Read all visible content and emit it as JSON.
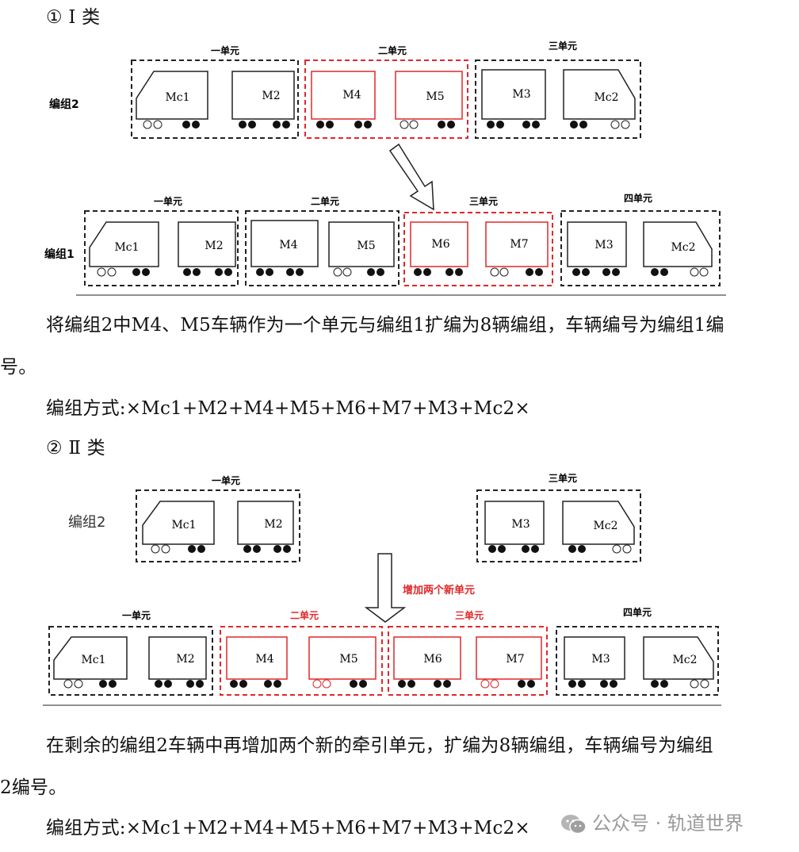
{
  "section1": {
    "heading": "① Ⅰ 类",
    "diagram": {
      "group_top": "编组2",
      "group_bottom": "编组1",
      "units_top": [
        "一单元",
        "二单元",
        "三单元"
      ],
      "units_bottom": [
        "一单元",
        "二单元",
        "三单元",
        "四单元"
      ],
      "cars_top": [
        "Mc1",
        "M2",
        "M4",
        "M5",
        "M3",
        "Mc2"
      ],
      "cars_bottom": [
        "Mc1",
        "M2",
        "M4",
        "M5",
        "M6",
        "M7",
        "M3",
        "Mc2"
      ]
    },
    "para_line1": "将编组2中M4、M5车辆作为一个单元与编组1扩编为8辆编组，车辆编号为编组1编",
    "para_line2": "号。",
    "formation": "编组方式:×Mc1+M2+M4+M5+M6+M7+M3+Mc2×"
  },
  "section2": {
    "heading": "② Ⅱ 类",
    "diagram": {
      "group_top": "编组2",
      "units_top": [
        "一单元",
        "三单元"
      ],
      "units_bottom": [
        "一单元",
        "二单元",
        "三单元",
        "四单元"
      ],
      "cars_top": [
        "Mc1",
        "M2",
        "M3",
        "Mc2"
      ],
      "cars_bottom": [
        "Mc1",
        "M2",
        "M4",
        "M5",
        "M6",
        "M7",
        "M3",
        "Mc2"
      ],
      "arrow_note": "增加两个新单元"
    },
    "para_line1": "在剩余的编组2车辆中再增加两个新的牵引单元，扩编为8辆编组，车辆编号为编组",
    "para_line2": "2编号。",
    "formation": "编组方式:×Mc1+M2+M4+M5+M6+M7+M3+Mc2×"
  },
  "watermark": "公众号 · 轨道世界",
  "colors": {
    "highlight": "#e0282a",
    "line": "#222222",
    "watermark": "#9a9a9a"
  }
}
